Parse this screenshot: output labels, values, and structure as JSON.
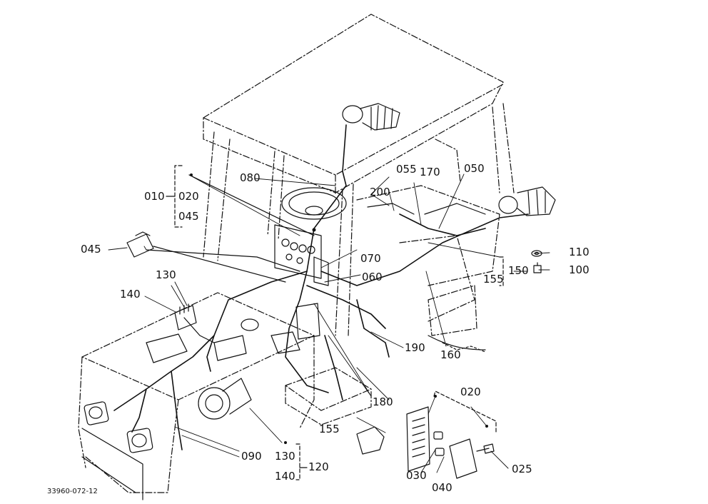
{
  "labels": {
    "l010": "010",
    "l020a": "020",
    "l045a": "045",
    "l045b": "045",
    "l080": "080",
    "l055": "055",
    "l170": "170",
    "l050": "050",
    "l200": "200",
    "l070": "070",
    "l060": "060",
    "l110": "110",
    "l100": "100",
    "l155a": "155",
    "l150": "150",
    "l130a": "130",
    "l140a": "140",
    "l190": "190",
    "l160": "160",
    "l180": "180",
    "l020b": "020",
    "l155b": "155",
    "l090": "090",
    "l130b": "130",
    "l140b": "140",
    "l120": "120",
    "l030": "030",
    "l040": "040",
    "l025": "025"
  },
  "drawing_number": "33960-072-12",
  "colors": {
    "ink": "#111111",
    "paper": "#ffffff"
  }
}
